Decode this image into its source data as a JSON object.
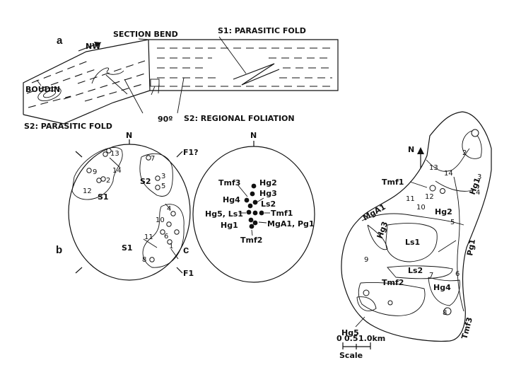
{
  "panel_a": {
    "letter": "a",
    "direction": "NW",
    "section_bend": "SECTION BEND",
    "s1_parasitic": "S1: PARASITIC FOLD",
    "boudin": "BOUDIN",
    "angle": "90º",
    "s2_regional": "S2: REGIONAL FOLIATION",
    "s2_parasitic": "S2: PARASITIC FOLD"
  },
  "panel_b": {
    "letter": "b",
    "north": "N",
    "domain_labels": [
      "S1",
      "S2",
      "S1"
    ],
    "axis_labels": [
      "F1?",
      "F1"
    ],
    "points": [
      "13",
      "9",
      "2",
      "12",
      "14",
      "7",
      "3",
      "5",
      "4",
      "10",
      "11",
      "6",
      "1",
      "8"
    ]
  },
  "panel_c": {
    "letter": "c",
    "north": "N",
    "labels": [
      "Tmf3",
      "Hg2",
      "Hg3",
      "Hg4",
      "Ls2",
      "Hg5, Ls1",
      "Tmf1",
      "MgA1, Pg1",
      "Hg1",
      "Tmf2"
    ]
  },
  "map": {
    "north": "N",
    "units": [
      "Tmf1",
      "Hg1",
      "MgA1",
      "Hg3",
      "Hg2",
      "Pg1",
      "Ls1",
      "Ls2",
      "Tmf2",
      "Hg4",
      "Hg5",
      "Tmf3"
    ],
    "stations": [
      "2",
      "3",
      "4",
      "13",
      "14",
      "11",
      "12",
      "10",
      "5",
      "9",
      "7",
      "6",
      "8"
    ],
    "scale_ticks": [
      "0",
      "0.5",
      "1.0km"
    ],
    "scale_caption": "Scale"
  }
}
